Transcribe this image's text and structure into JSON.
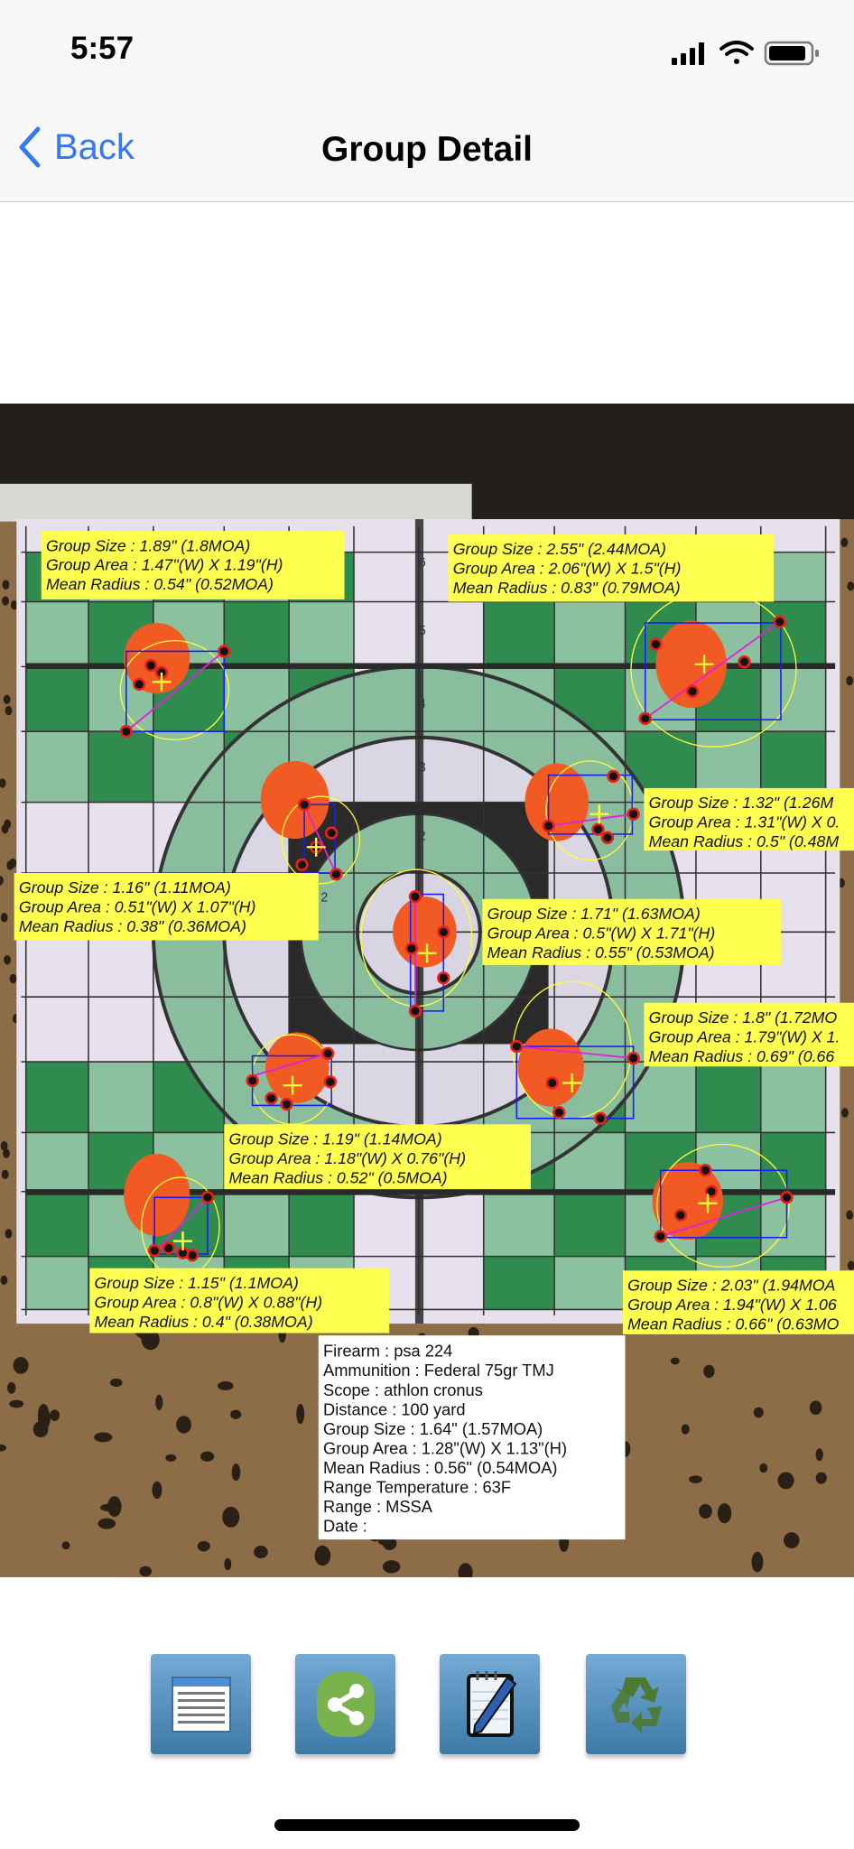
{
  "status_bar": {
    "time": "5:57",
    "icons": [
      "signal-icon",
      "wifi-icon",
      "battery-icon"
    ]
  },
  "nav": {
    "back_label": "Back",
    "title": "Group Detail"
  },
  "target": {
    "ring_numbers": [
      "6",
      "5",
      "4",
      "3",
      "2",
      "2"
    ],
    "groups": [
      {
        "lines": [
          "Group Size : 1.89\" (1.8MOA)",
          "Group Area : 1.47\"(W) X 1.19\"(H)",
          "Mean Radius : 0.54\" (0.52MOA)"
        ]
      },
      {
        "lines": [
          "Group Size : 2.55\" (2.44MOA)",
          "Group Area : 2.06\"(W) X 1.5\"(H)",
          "Mean Radius : 0.83\" (0.79MOA)"
        ]
      },
      {
        "lines": [
          "Group Size : 1.32\" (1.26M",
          "Group Area : 1.31\"(W) X 0.",
          "Mean Radius : 0.5\" (0.48M"
        ]
      },
      {
        "lines": [
          "Group Size : 1.16\" (1.11MOA)",
          "Group Area : 0.51\"(W) X 1.07\"(H)",
          "Mean Radius : 0.38\" (0.36MOA)"
        ]
      },
      {
        "lines": [
          "Group Size : 1.71\" (1.63MOA)",
          "Group Area : 0.5\"(W) X 1.71\"(H)",
          "Mean Radius : 0.55\" (0.53MOA)"
        ]
      },
      {
        "lines": [
          "Group Size : 1.8\" (1.72MO",
          "Group Area : 1.79\"(W) X 1.",
          "Mean Radius : 0.69\" (0.66"
        ]
      },
      {
        "lines": [
          "Group Size : 1.19\" (1.14MOA)",
          "Group Area : 1.18\"(W) X 0.76\"(H)",
          "Mean Radius : 0.52\" (0.5MOA)"
        ]
      },
      {
        "lines": [
          "Group Size : 1.15\" (1.1MOA)",
          "Group Area : 0.8\"(W) X 0.88\"(H)",
          "Mean Radius : 0.4\" (0.38MOA)"
        ]
      },
      {
        "lines": [
          "Group Size : 2.03\" (1.94MOA",
          "Group Area : 1.94\"(W) X 1.06",
          "Mean Radius : 0.66\" (0.63MO"
        ]
      }
    ],
    "summary": [
      "Firearm : psa 224",
      "Ammunition : Federal 75gr TMJ",
      "Scope : athlon cronus",
      "Distance : 100 yard",
      "Group Size : 1.64\" (1.57MOA)",
      "Group Area : 1.28\"(W) X 1.13\"(H)",
      "Mean Radius : 0.56\" (0.54MOA)",
      "Range Temperature : 63F",
      "Range : MSSA",
      "Date :"
    ]
  },
  "toolbar": {
    "buttons": [
      "table-icon",
      "share-icon",
      "notepad-icon",
      "recycle-icon"
    ]
  },
  "colors": {
    "accent": "#3478f6",
    "label_bg": "#ffff4f",
    "orange_dot": "#f25a24",
    "group_box": "#1a1aff",
    "spread_line": "#e020e0",
    "mean_circle": "#ffff33"
  }
}
